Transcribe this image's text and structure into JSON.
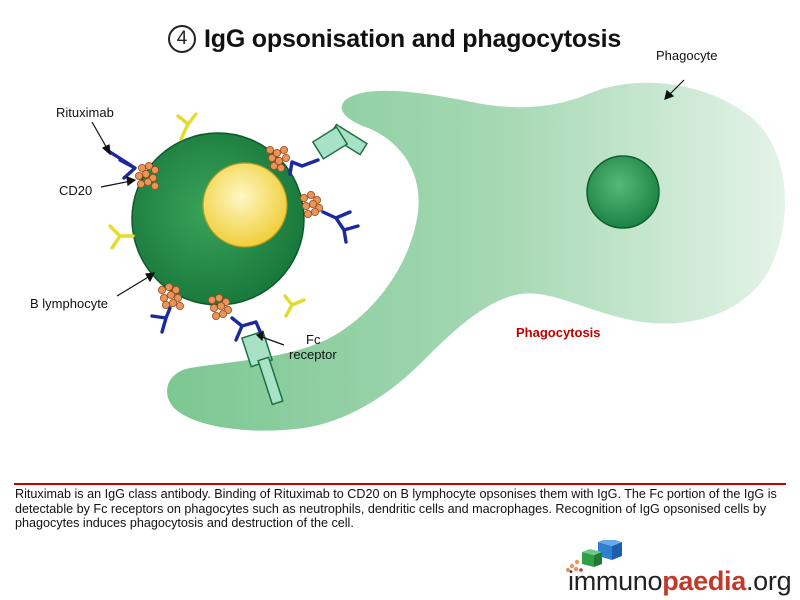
{
  "title": {
    "step_number": "4",
    "text": "IgG opsonisation and phagocytosis"
  },
  "labels": {
    "rituximab": "Rituximab",
    "cd20": "CD20",
    "b_lymphocyte": "B lymphocyte",
    "fc_receptor_line1": "Fc",
    "fc_receptor_line2": "receptor",
    "phagocyte": "Phagocyte",
    "phagocytosis": "Phagocytosis"
  },
  "caption": "Rituximab is an IgG class antibody. Binding of Rituximab to CD20 on B lymphocyte opsonises them with IgG. The Fc portion of the IgG is detectable by Fc receptors on phagocytes such as neutrophils, dendritic cells and macrophages. Recognition of IgG opsonised cells by phagocytes induces phagocytosis and destruction of the cell.",
  "logo": {
    "part1": "immuno",
    "part2": "paedia",
    "part3": ".org"
  },
  "colors": {
    "phagocyte_fill": "#8fcf9f",
    "b_cell_dark": "#1a7a3c",
    "nucleus_yellow": "#f2d64b",
    "rituximab_blue": "#1a2a9c",
    "other_antibody_yellow": "#e8e23a",
    "cd20_orange": "#e0894a",
    "fc_receptor_fill": "#a7e2c6",
    "accent_red": "#c00000"
  }
}
